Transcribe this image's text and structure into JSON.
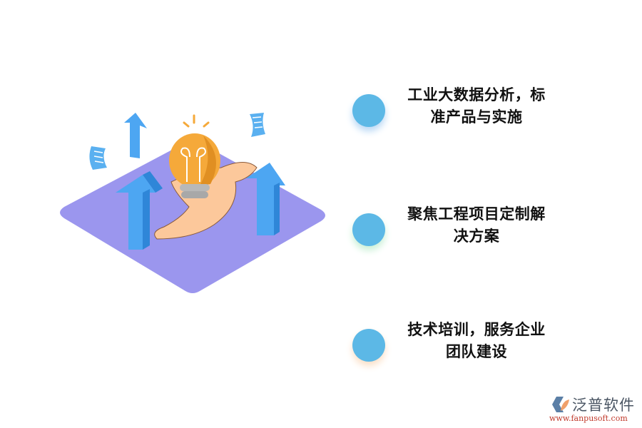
{
  "illustration": {
    "description": "Isometric purple platform with blue up-arrows, hand holding an orange light bulb, and floating documents",
    "colors": {
      "platform": "#9b96ee",
      "arrow": "#4da6f2",
      "arrow_side": "#2f86d8",
      "bulb": "#f5a93a",
      "bulb_dark": "#e08f22",
      "hand": "#fcc89b",
      "base": "#b8b8b8",
      "doc": "#5ab0f0"
    }
  },
  "items": [
    {
      "label_line1": "工业大数据分析，标",
      "label_line2": "准产品与实施",
      "shadow": "#b9d8f5"
    },
    {
      "label_line1": "聚焦工程项目定制解",
      "label_line2": "决方案",
      "shadow": "#c9f0d6"
    },
    {
      "label_line1": "技术培训，服务企业",
      "label_line2": "团队建设",
      "shadow": "#fbe0c8"
    }
  ],
  "dot_color": "#5cb8e6",
  "logo": {
    "name": "泛普软件",
    "url": "www.fanpusoft.com"
  }
}
